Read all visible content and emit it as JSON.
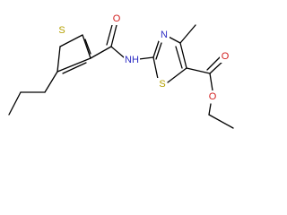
{
  "molecule": {
    "atoms": {
      "s_thiophene": "S",
      "o_amide": "O",
      "nh_amide": "NH",
      "n_thiazole": "N",
      "s_thiazole": "S",
      "o_carbonyl": "O",
      "o_ester": "O"
    },
    "colors": {
      "bond": "#000000",
      "sulfur": "#b5a000",
      "nitrogen": "#2e2ec4",
      "oxygen": "#d22020",
      "background": "#ffffff"
    }
  }
}
